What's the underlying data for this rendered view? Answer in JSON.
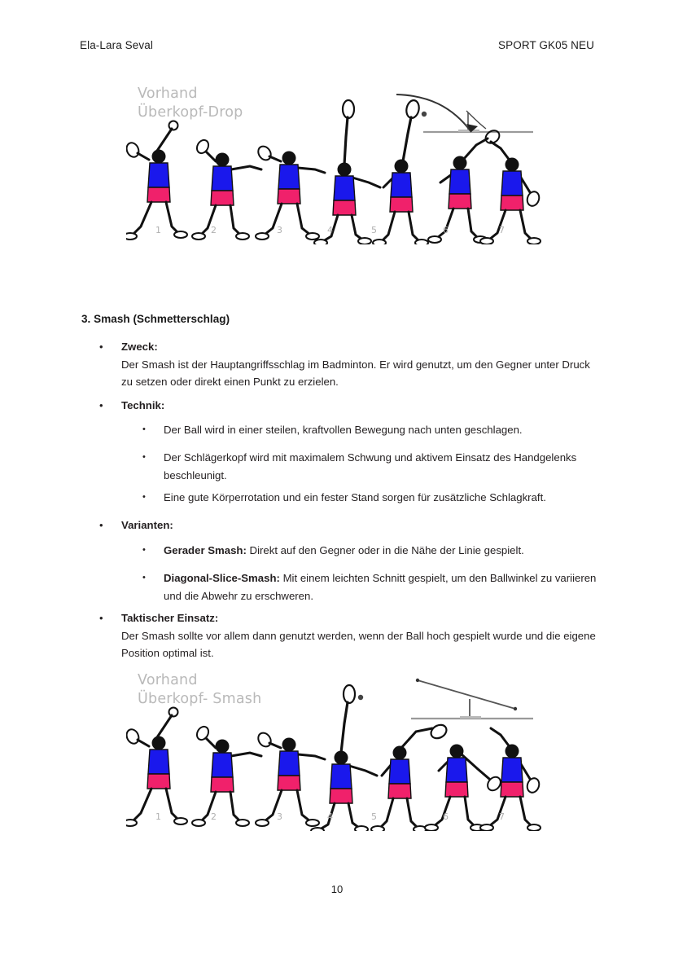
{
  "header": {
    "author": "Ela-Lara Seval",
    "course": "SPORT GK05 NEU"
  },
  "figures": {
    "drop": {
      "title_line1": "Vorhand",
      "title_line2": "Überkopf-Drop",
      "stroke_type": "drop",
      "numbers": [
        "1",
        "2",
        "3",
        "4",
        "5",
        "6",
        "7"
      ],
      "shirt_color": "#1a18ec",
      "shorts_color": "#f0216b",
      "title_color": "#b9b9b9",
      "trajectory": "curved-arc-descending-near-net"
    },
    "smash": {
      "title_line1": "Vorhand",
      "title_line2": "Überkopf- Smash",
      "stroke_type": "smash",
      "numbers": [
        "1",
        "2",
        "3",
        "4",
        "5",
        "6",
        "7"
      ],
      "shirt_color": "#1a18ec",
      "shorts_color": "#f0216b",
      "title_color": "#b9b9b9",
      "trajectory": "straight-steep-downward-line"
    }
  },
  "content": {
    "heading": "3. Smash (Schmetterschlag)",
    "bullet_marker": "•",
    "sections": [
      {
        "lead": "Zweck:",
        "paragraph": "Der Smash ist der Hauptangriffsschlag im Badminton. Er wird genutzt, um den Gegner unter Druck zu setzen oder direkt einen Punkt zu erzielen."
      },
      {
        "lead": "Technik:",
        "subitems": [
          {
            "bold": "",
            "text": "Der Ball wird in einer steilen, kraftvollen Bewegung nach unten geschlagen."
          },
          {
            "bold": "",
            "text": "Der Schlägerkopf wird mit maximalem Schwung und aktivem Einsatz des Handgelenks beschleunigt."
          },
          {
            "bold": "",
            "text": "Eine gute Körperrotation und ein fester Stand sorgen für zusätzliche Schlagkraft."
          }
        ]
      },
      {
        "lead": "Varianten:",
        "subitems": [
          {
            "bold": "Gerader Smash:",
            "text": " Direkt auf den Gegner oder in die Nähe der Linie gespielt."
          },
          {
            "bold": "Diagonal-Slice-Smash:",
            "text": " Mit einem leichten Schnitt gespielt, um den Ballwinkel zu variieren und die Abwehr zu erschweren."
          }
        ]
      },
      {
        "lead": "Taktischer Einsatz:",
        "paragraph": "Der Smash sollte vor allem dann genutzt werden, wenn der Ball hoch gespielt wurde und die eigene Position optimal ist."
      }
    ]
  },
  "footer": {
    "page_number": "10"
  }
}
